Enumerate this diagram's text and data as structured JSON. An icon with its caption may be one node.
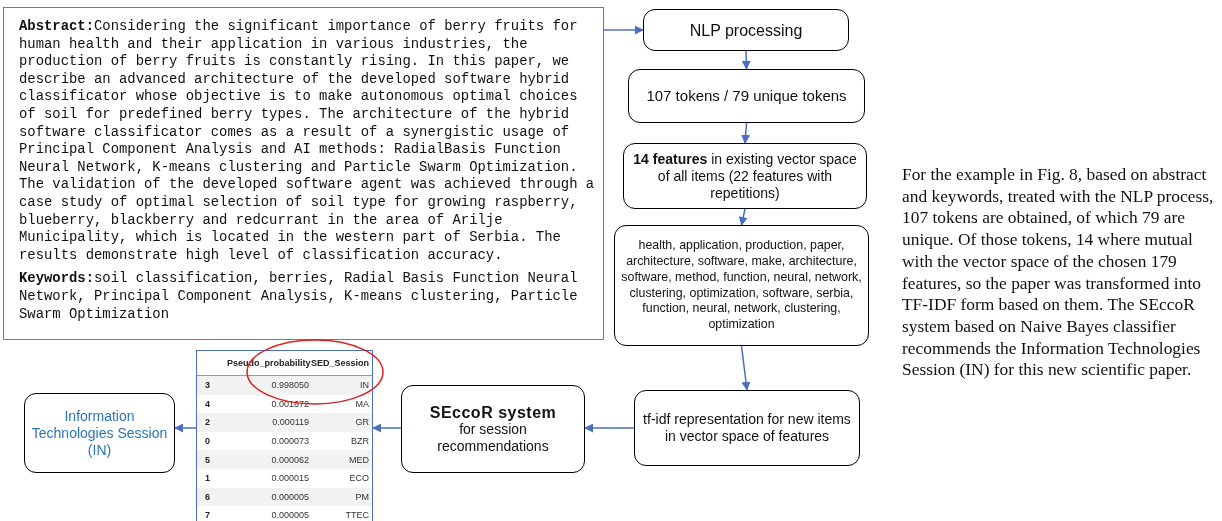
{
  "diagram": {
    "nodes": [
      {
        "text": [
          "**Abstract:**Considering the significant importance of berry fruits for human health and their application in various industries, the production of berry fruits is constantly rising. In this paper, we describe an advanced architecture of the developed software hybrid classificator whose objective is to make autonomous optimal choices of soil for predefined berry types. The architecture of the hybrid software classificator comes as a result of a synergistic usage of Principal Component Analysis and AI methods: RadialBasis Function Neural Network, K-means clustering and Particle Swarm Optimization. The validation of the developed software agent was achieved through a case study of optimal selection of soil type for growing raspberry, blueberry, blackberry and redcurrant in the area of Arilje Municipality, which is located in the western part of Serbia. The results demonstrate high level of classification accuracy.",
          "**Keywords:**soil classification, berries, Radial Basis Function Neural Network, Principal Component Analysis, K-means clustering, Particle Swarm Optimization"
        ]
      },
      {
        "text": [
          "NLP processing"
        ]
      },
      {
        "text": [
          "107 tokens / 79 unique tokens"
        ]
      },
      {
        "text": [
          "**14 features** in existing vector space of all items (22 features with repetitions)"
        ]
      },
      {
        "text": [
          "health, application, production, paper, architecture, software, make, architecture, software, method, function, neural, network, clustering, optimization, software, serbia, function, neural, network, clustering, optimization"
        ]
      },
      {
        "text": [
          "tf-idf representation for new items in vector space of features"
        ]
      },
      {
        "text": [
          "SEccoR system",
          "for session recommendations"
        ]
      },
      {
        "text": [
          "Pseudo_probability",
          "SED_Session",
          "3",
          "0.998050",
          "IN",
          "4",
          "0.001672",
          "MA",
          "2",
          "0.000119",
          "GR",
          "0",
          "0.000073",
          "BZR",
          "5",
          "0.000062",
          "MED",
          "1",
          "0.000015",
          "ECO",
          "6",
          "0.000005",
          "PM",
          "7",
          "0.000005",
          "TTEC"
        ]
      },
      {
        "text": [
          "Information Technologies Session (IN)"
        ]
      }
    ],
    "edges": [
      {
        "from": 0,
        "to": 1,
        "arrow": "to"
      },
      {
        "from": 1,
        "to": 2,
        "arrow": "to"
      },
      {
        "from": 2,
        "to": 3,
        "arrow": "to"
      },
      {
        "from": 3,
        "to": 4,
        "arrow": "to"
      },
      {
        "from": 4,
        "to": 5,
        "arrow": "to"
      },
      {
        "from": 5,
        "to": 6,
        "arrow": "to"
      },
      {
        "from": 6,
        "to": 7,
        "arrow": "to"
      },
      {
        "from": 7,
        "to": 8,
        "arrow": "to"
      }
    ],
    "labels": [
      "For the example in Fig. 8, based on abstract and keywords, treated with the NLP process, 107 tokens are obtained, of which 79 are unique. Of those tokens, 14 where mutual with the vector space of the chosen 179 features, so the paper was transformed into TF-IDF form based on them. The SEccoR system based on Naive Bayes classifier recommends the Information Technologies Session (IN) for this new scientific paper."
    ]
  }
}
